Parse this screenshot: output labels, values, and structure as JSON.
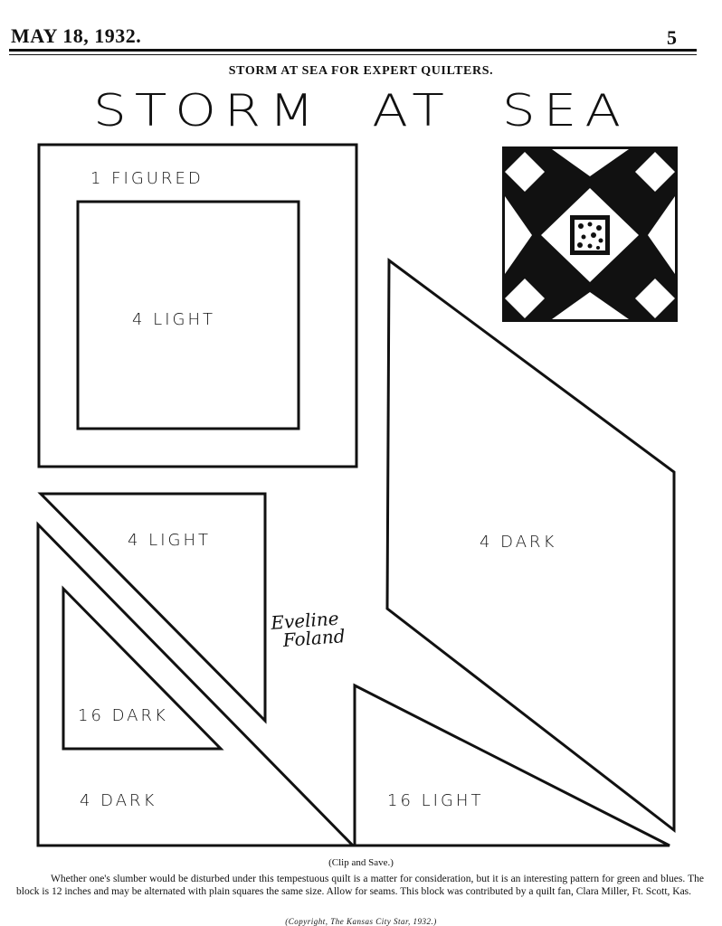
{
  "masthead": {
    "date": "MAY 18, 1932.",
    "page_number": "5"
  },
  "article": {
    "headline": "STORM AT SEA FOR EXPERT QUILTERS.",
    "display_title_part1": "STORM",
    "display_title_part2": "AT",
    "display_title_part3": "SEA",
    "clip_note": "(Clip and Save.)",
    "body": "Whether one's slumber would be disturbed under this tempestuous quilt is a matter for consideration, but it is an interesting pattern for green and blues. The block is 12 inches and may be alternated with plain squares the same size. Allow for seams. This block was contributed by a quilt fan, Clara Miller, Ft. Scott, Kas.",
    "copyright": "(Copyright, The Kansas City Star, 1932.)",
    "signature_line1": "Eveline",
    "signature_line2": "Foland"
  },
  "pattern_pieces": {
    "square_figured": "1 FIGURED",
    "square_light": "4 LIGHT",
    "small_triangle_light": "4 LIGHT",
    "parallelogram_dark": "4 DARK",
    "tiny_triangle_dark": "16 DARK",
    "large_triangle_dark": "4 DARK",
    "tall_triangle_light": "16 LIGHT"
  },
  "colors": {
    "ink": "#111111",
    "paper": "#ffffff"
  }
}
